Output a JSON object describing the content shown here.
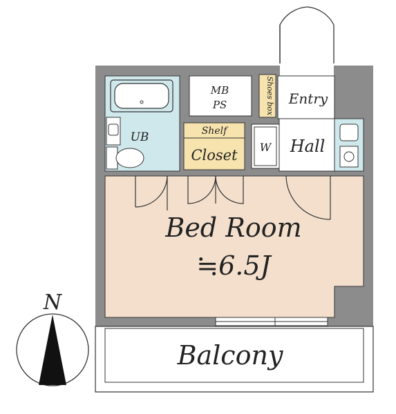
{
  "labels": {
    "ub": "UB",
    "mb": "MB",
    "ps": "PS",
    "shoes_box": "Shoes box",
    "entry": "Entry",
    "shelf": "Shelf",
    "closet": "Closet",
    "w": "W",
    "hall": "Hall",
    "bedroom": "Bed Room",
    "size": "≒6.5J",
    "balcony": "Balcony",
    "north": "N"
  },
  "colors": {
    "wall": "#8c8c8c",
    "bedroom_floor": "#f3dfcc",
    "bath_floor": "#cfe8ec",
    "closet_floor": "#f6e3ad",
    "line": "#333333"
  }
}
